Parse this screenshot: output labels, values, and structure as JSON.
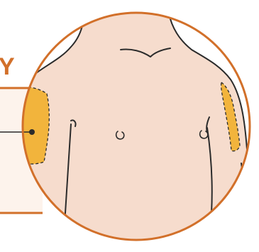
{
  "panel": {
    "partial_heading_letter": "Y"
  },
  "colors": {
    "accent_orange": "#d2702a",
    "highlight_fill": "#f2b43c",
    "skin_fill": "#f6dccd",
    "panel_fill": "#fdf3ec",
    "outline": "#2b2b2b"
  },
  "illustration": {
    "subject": "upper-torso-front-view",
    "highlighted_regions": [
      "left-upper-arm-area",
      "right-upper-arm-area"
    ]
  }
}
